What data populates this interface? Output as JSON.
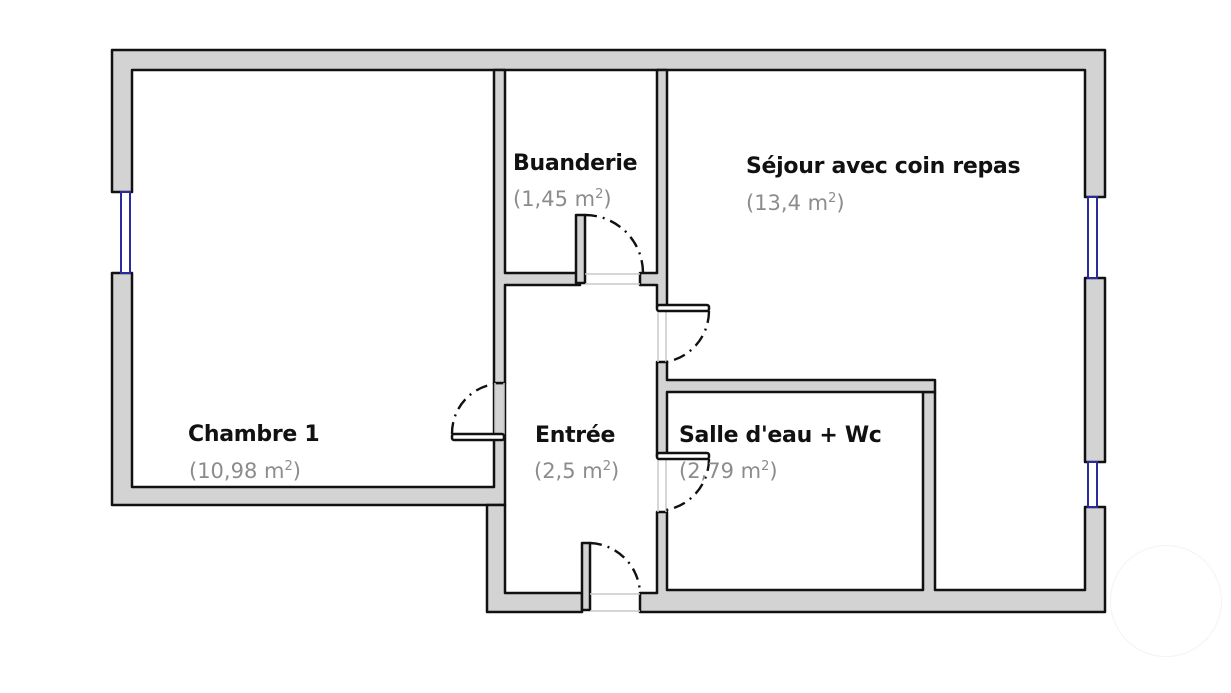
{
  "plan": {
    "rooms": [
      {
        "id": "chambre",
        "name": "Chambre 1",
        "area_value": "(10,98 m",
        "area_unit_sup": "2",
        "area_close": ")"
      },
      {
        "id": "buanderie",
        "name": "Buanderie",
        "area_value": "(1,45 m",
        "area_unit_sup": "2",
        "area_close": ")"
      },
      {
        "id": "sejour",
        "name": "Séjour avec coin repas",
        "area_value": "(13,4 m",
        "area_unit_sup": "2",
        "area_close": ")"
      },
      {
        "id": "entree",
        "name": "Entrée",
        "area_value": "(2,5 m",
        "area_unit_sup": "2",
        "area_close": ")"
      },
      {
        "id": "salle",
        "name": "Salle d'eau + Wc",
        "area_value": "(2,79 m",
        "area_unit_sup": "2",
        "area_close": ")"
      }
    ],
    "colors": {
      "wall_fill": "#d3d3d3",
      "wall_stroke": "#111111",
      "window": "#2a2aa0",
      "area_text": "#8c8c8c"
    }
  }
}
